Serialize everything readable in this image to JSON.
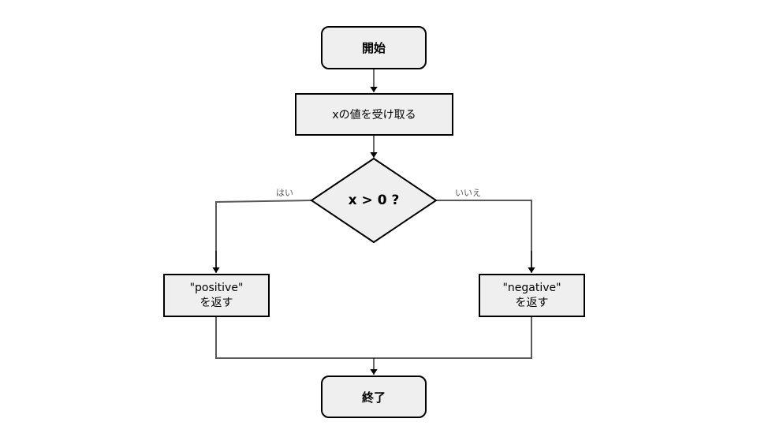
{
  "nodes": {
    "start": "開始",
    "receive_x": "xの値を受け取る",
    "decision": "x > 0 ?",
    "positive_line1": "\"positive\"",
    "positive_line2": "を返す",
    "negative_line1": "\"negative\"",
    "negative_line2": "を返す",
    "end": "終了"
  },
  "edges": {
    "yes_label": "はい",
    "no_label": "いいえ"
  },
  "colors": {
    "node_fill": "#efefef",
    "node_border": "#000000",
    "connector": "#595959",
    "label": "#595959"
  }
}
